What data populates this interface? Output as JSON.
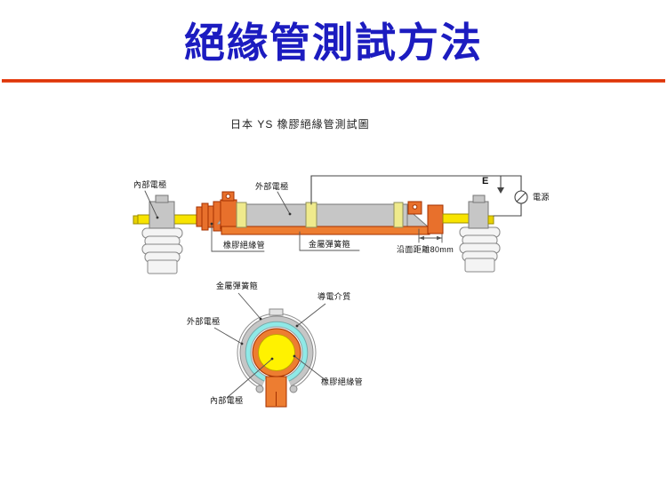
{
  "slide": {
    "title": "絕緣管測試方法",
    "subtitle": "日本 YS 橡膠絕緣管測試圖"
  },
  "main_diagram": {
    "labels": {
      "inner_electrode": "內部電極",
      "outer_electrode": "外部電極",
      "rubber_tube": "橡膠絕緣管",
      "metal_spring_band": "金屬彈簧箍",
      "creepage_distance": "沿面距離80mm",
      "earth": "E",
      "power_source": "電源"
    }
  },
  "cross_section": {
    "labels": {
      "metal_spring_band": "金屬彈簧箍",
      "conductive_medium": "導電介質",
      "outer_electrode": "外部電極",
      "rubber_tube": "橡膠絕緣管",
      "inner_electrode": "內部電極"
    }
  },
  "colors": {
    "title_blue": "#1c1cc0",
    "accent_red": "#d52b00",
    "electrode_tube_gray": "#c6c6c6",
    "inner_electrode_yellow": "#fff200",
    "spring_band_yellow": "#efea8c",
    "rubber_orange": "#ed7d31",
    "conductive_cyan": "#8fe9e7"
  }
}
